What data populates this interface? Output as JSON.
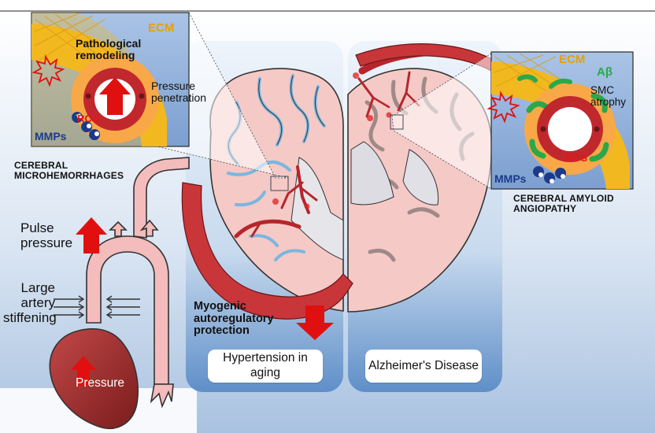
{
  "inset_left": {
    "ecm": "ECM",
    "pathological_remodeling": "Pathological remodeling",
    "pressure_penetration": "Pressure penetration",
    "ros": "ROS",
    "mmps": "MMPs"
  },
  "inset_right": {
    "ecm": "ECM",
    "abeta": "Aβ",
    "smc_atrophy": "SMC atrophy",
    "ros": "ROS",
    "mmps": "MMPs"
  },
  "labels": {
    "microhemorrhages": "CEREBRAL MICROHEMORRHAGES",
    "amyloid_angiopathy": "CEREBRAL AMYLOID ANGIOPATHY",
    "pulse_pressure": "Pulse pressure",
    "large_artery_stiffening": "Large artery stiffening",
    "pressure": "Pressure",
    "myogenic_protection": "Myogenic autoregulatory protection"
  },
  "panels": {
    "hypertension": "Hypertension in aging",
    "alzheimers": "Alzheimer's Disease"
  },
  "colors": {
    "ecm_yellow": "#f2b820",
    "ecm_label": "#e8a000",
    "vessel_red": "#c8282e",
    "brain_pink": "#f5c9c6",
    "csf_blue": "#9fd0ee",
    "inset_blue": "#8fb0d8",
    "abeta_green": "#2aa84a",
    "mmps_blue": "#1d3a8a",
    "ros_red": "#e01818"
  }
}
